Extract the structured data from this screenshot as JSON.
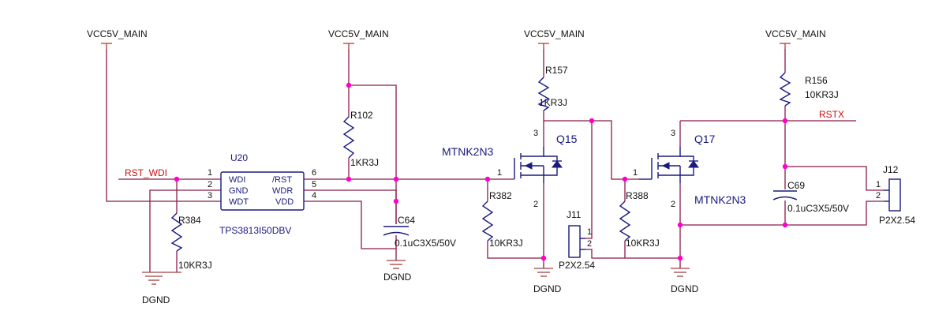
{
  "power": {
    "vcc": "VCC5V_MAIN",
    "gnd": "DGND"
  },
  "nets": {
    "rst_wdi": "RST_WDI",
    "rstx": "RSTX"
  },
  "u20": {
    "ref": "U20",
    "part": "TPS3813I50DBV",
    "pins_left": [
      {
        "num": "1",
        "name": "WDI"
      },
      {
        "num": "2",
        "name": "GND"
      },
      {
        "num": "3",
        "name": "WDT"
      }
    ],
    "pins_right": [
      {
        "num": "6",
        "name": "/RST"
      },
      {
        "num": "5",
        "name": "WDR"
      },
      {
        "num": "4",
        "name": "VDD"
      }
    ]
  },
  "resistors": {
    "r384": {
      "ref": "R384",
      "value": "10KR3J"
    },
    "r102": {
      "ref": "R102",
      "value": "1KR3J"
    },
    "r157": {
      "ref": "R157",
      "value": "1KR3J"
    },
    "r382": {
      "ref": "R382",
      "value": "10KR3J"
    },
    "r388": {
      "ref": "R388",
      "value": "10KR3J"
    },
    "r156": {
      "ref": "R156",
      "value": "10KR3J"
    }
  },
  "caps": {
    "c64": {
      "ref": "C64",
      "value": "0.1uC3X5/50V"
    },
    "c69": {
      "ref": "C69",
      "value": "0.1uC3X5/50V"
    }
  },
  "mosfets": {
    "q15": {
      "ref": "Q15",
      "part": "MTNK2N3",
      "pin_gate": "1",
      "pin_drain": "3",
      "pin_source": "2"
    },
    "q17": {
      "ref": "Q17",
      "part": "MTNK2N3",
      "pin_gate": "1",
      "pin_drain": "3",
      "pin_source": "2"
    }
  },
  "connectors": {
    "j11": {
      "ref": "J11",
      "part": "P2X2.54",
      "pin1": "1",
      "pin2": "2"
    },
    "j12": {
      "ref": "J12",
      "part": "P2X2.54",
      "pin1": "1",
      "pin2": "2"
    }
  }
}
